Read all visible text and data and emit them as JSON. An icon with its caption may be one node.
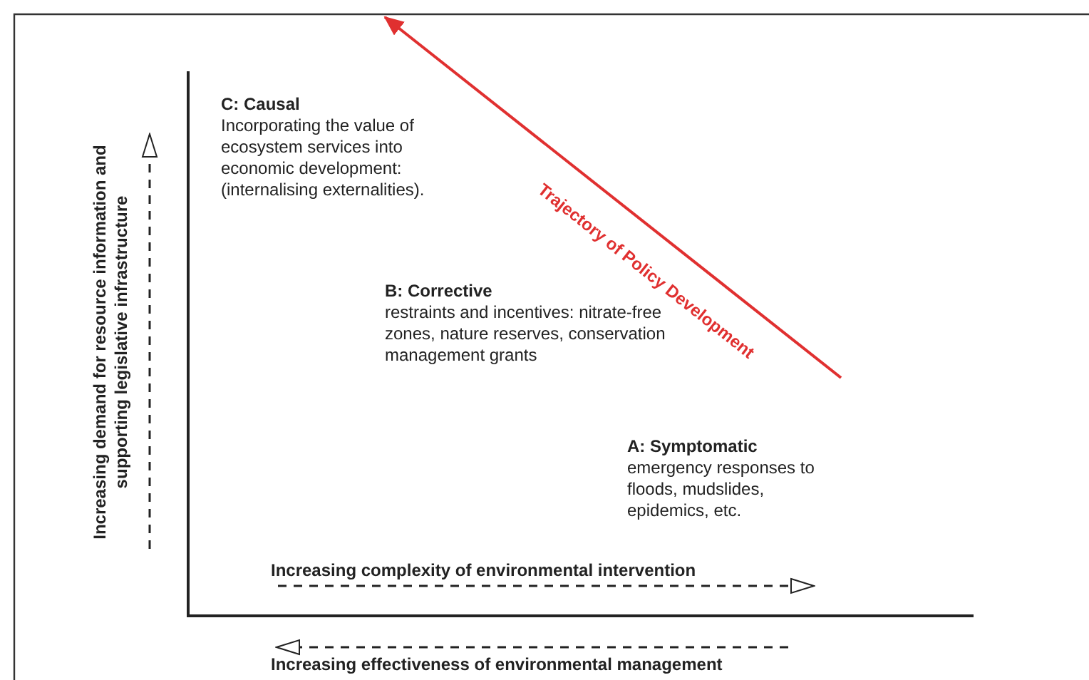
{
  "diagram": {
    "labels": [
      "C: Causal",
      "Incorporating the value of ecosystem services into economic development: (internalising externalities).",
      "B: Corrective",
      "restraints and incentives: nitrate-free zones, nature reserves, conservation management grants",
      "A: Symptomatic",
      "emergency responses to floods, mudslides, epidemics, etc.",
      "Trajectory of Policy Development",
      "Increasing demand for resource information and supporting legislative infrastructure",
      "Increasing complexity of environmental intervention",
      "Increasing effectiveness of environmental management"
    ]
  }
}
